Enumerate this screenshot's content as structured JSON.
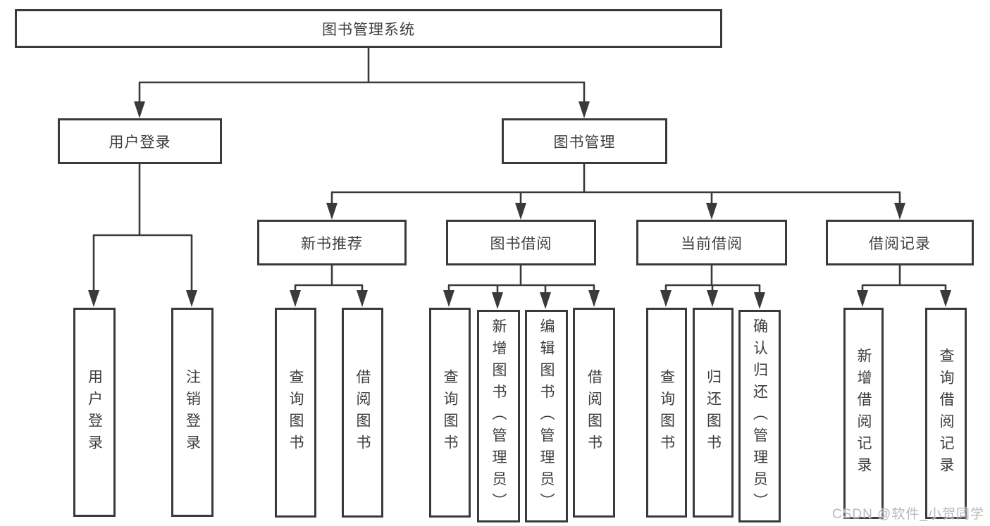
{
  "diagram": {
    "root": {
      "label": "图书管理系统"
    },
    "branches": [
      {
        "label": "用户登录",
        "children": [
          {
            "label": "用户登录"
          },
          {
            "label": "注销登录"
          }
        ]
      },
      {
        "label": "图书管理",
        "children": [
          {
            "label": "新书推荐",
            "children": [
              {
                "label": "查询图书"
              },
              {
                "label": "借阅图书"
              }
            ]
          },
          {
            "label": "图书借阅",
            "children": [
              {
                "label": "查询图书"
              },
              {
                "label": "新增图书（管理员）"
              },
              {
                "label": "编辑图书（管理员）"
              },
              {
                "label": "借阅图书"
              }
            ]
          },
          {
            "label": "当前借阅",
            "children": [
              {
                "label": "查询图书"
              },
              {
                "label": "归还图书"
              },
              {
                "label": "确认归还（管理员）"
              }
            ]
          },
          {
            "label": "借阅记录",
            "children": [
              {
                "label": "新增借阅记录"
              },
              {
                "label": "查询借阅记录"
              }
            ]
          }
        ]
      }
    ]
  },
  "watermark": {
    "text": "CSDN @软件_小贺同学"
  },
  "colors": {
    "line": "#3a3a3a",
    "text": "#3d3d3d",
    "watermark": "#b9b9b9",
    "background": "#ffffff"
  }
}
